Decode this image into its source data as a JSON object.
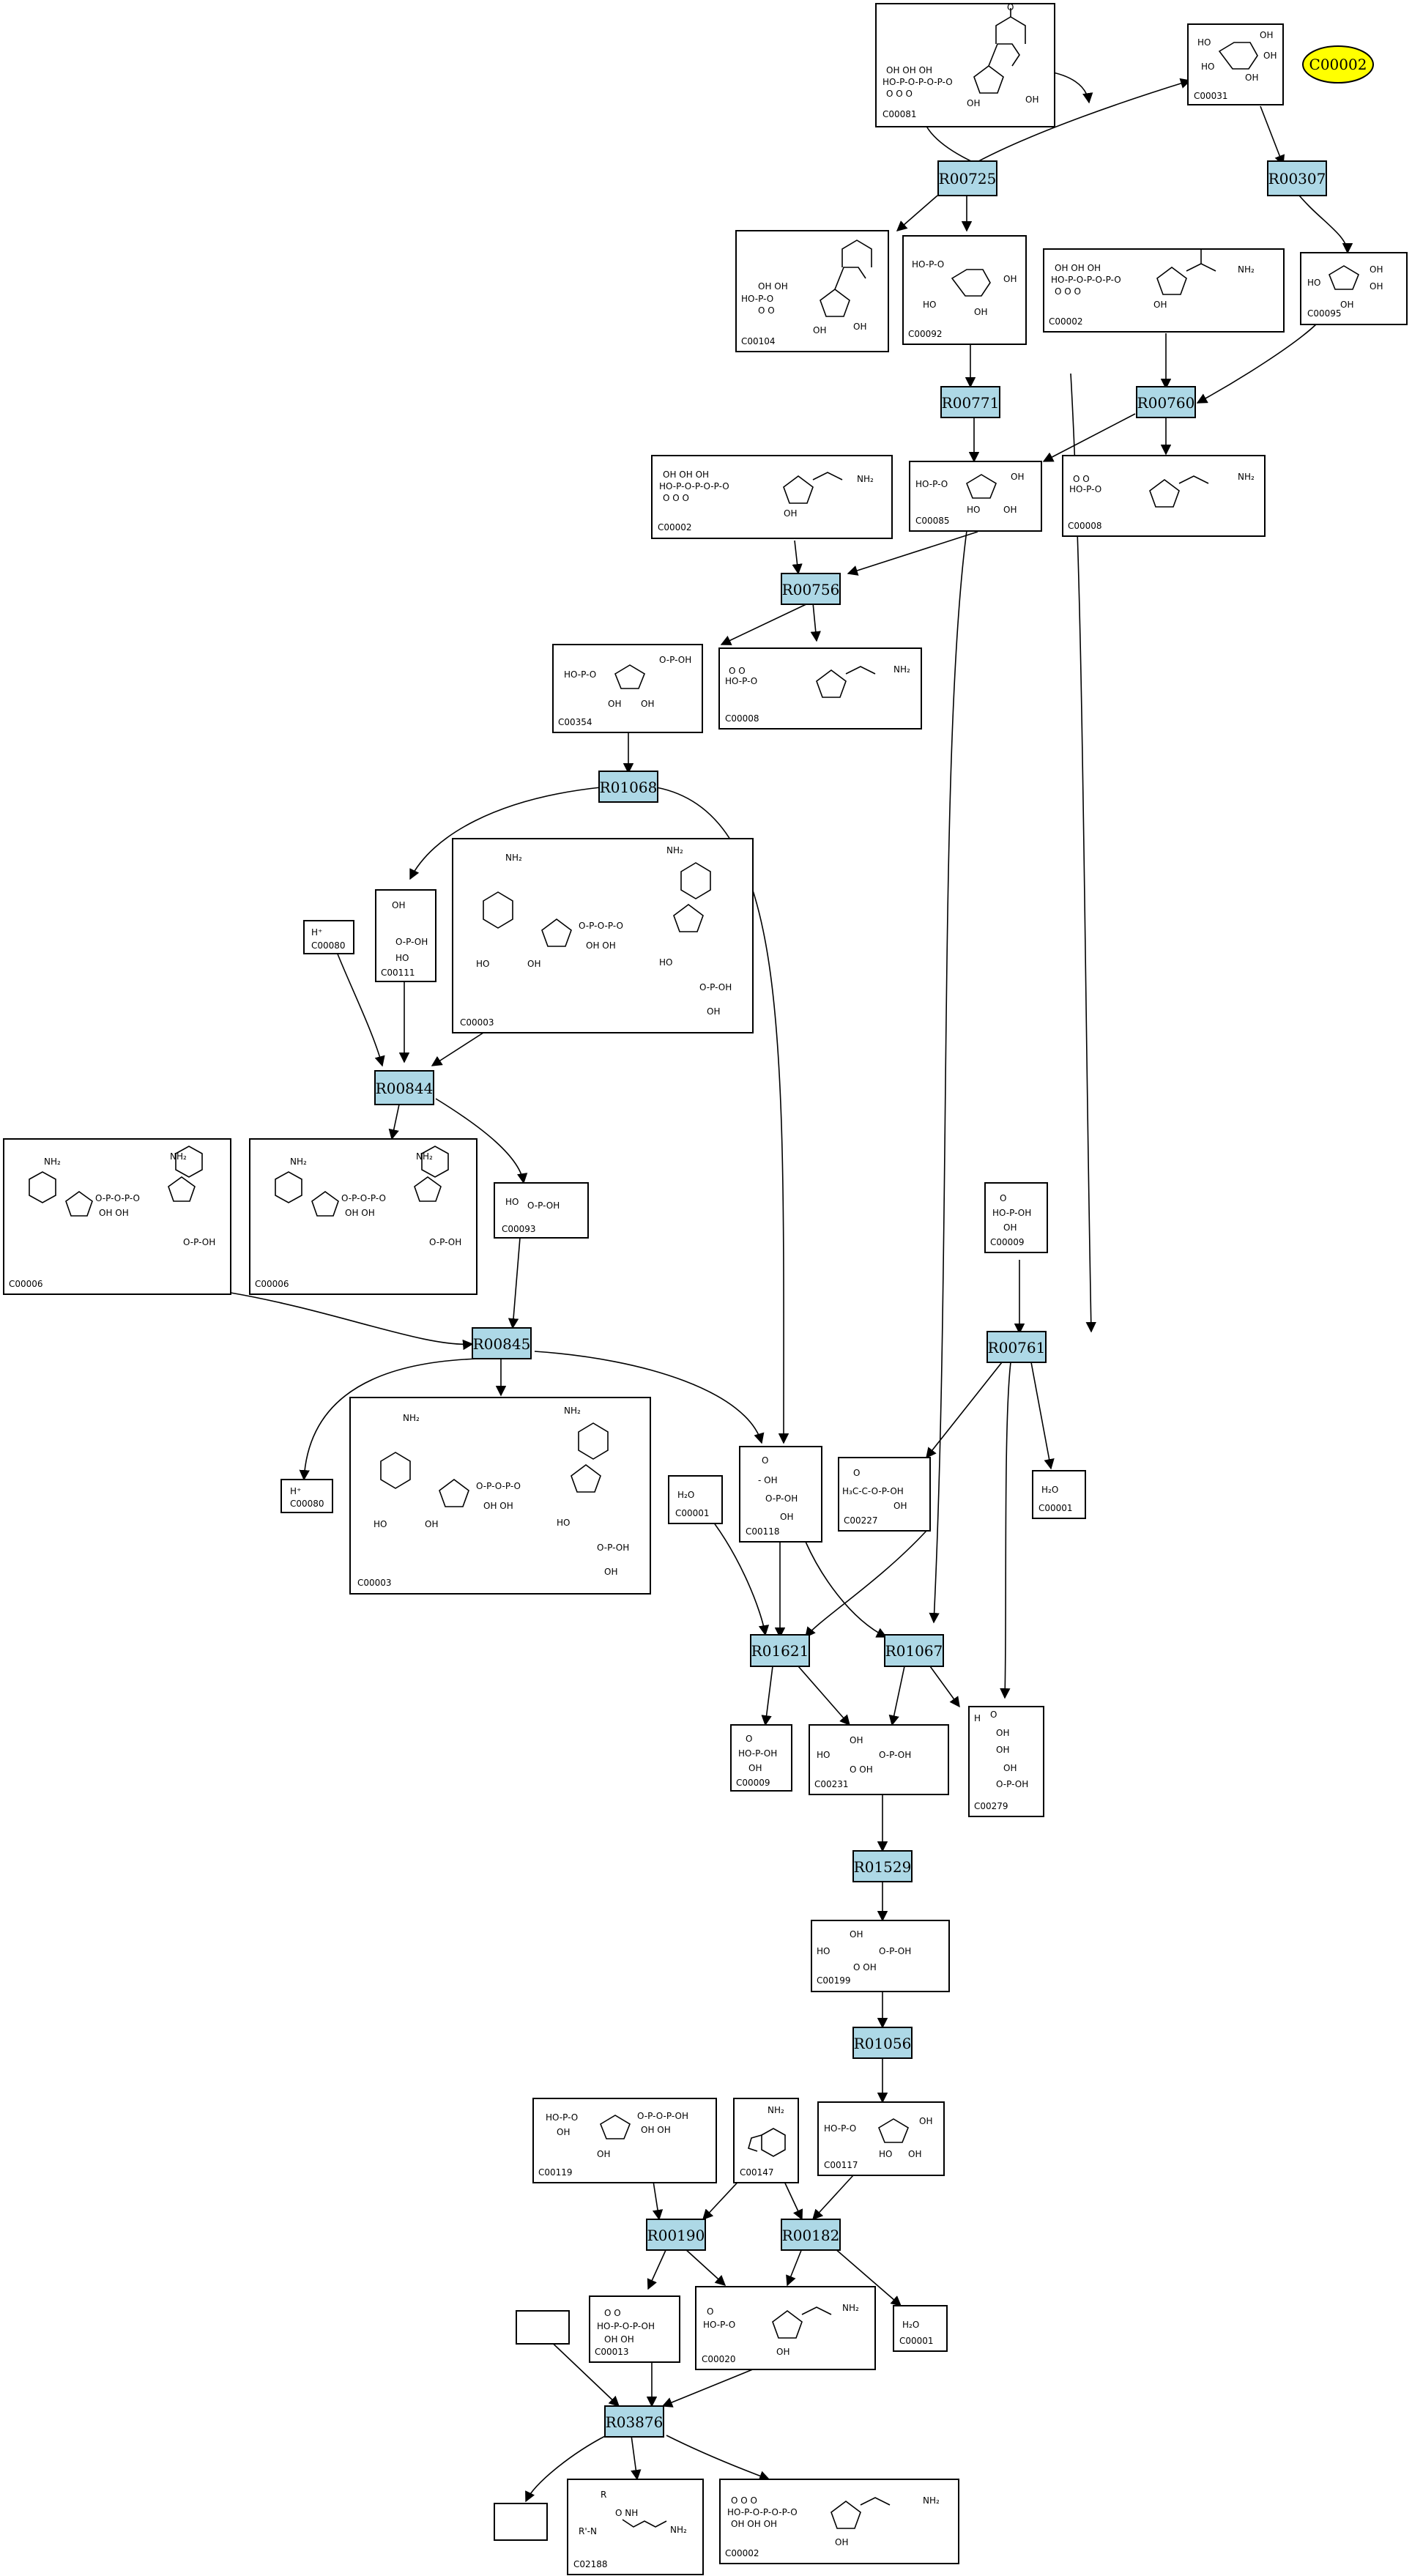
{
  "colors": {
    "reaction_fill": "#add8e6",
    "highlight_fill": "#ffff00",
    "edge": "#000000"
  },
  "highlight": {
    "label": "C00002"
  },
  "reactions": {
    "R00725": "R00725",
    "R00307": "R00307",
    "R00771": "R00771",
    "R00760": "R00760",
    "R00756": "R00756",
    "R01068": "R01068",
    "R00844": "R00844",
    "R00845": "R00845",
    "R00761": "R00761",
    "R01621": "R01621",
    "R01067": "R01067",
    "R01529": "R01529",
    "R01056": "R01056",
    "R00190": "R00190",
    "R00182": "R00182",
    "R03876": "R03876"
  },
  "compounds": {
    "c_itp": "C00081",
    "c_man": "C00031",
    "c_idp": "C00104",
    "c_m6p": "C00092",
    "c_atp_a": "C00002",
    "c_fru": "C00095",
    "c_atp_b": "C00002",
    "c_f6p": "C00085",
    "c_adp_a": "C00008",
    "c_fbp": "C00354",
    "c_adp_b": "C00008",
    "c_h_a": "C00080",
    "c_dhap": "C00111",
    "c_nad_a": "C00003",
    "c_nadp_a": "C00006",
    "c_nadp_b": "C00006",
    "c_g3p": "C00093",
    "c_pi_a": "C00009",
    "c_h_b": "C00080",
    "c_nad_b": "C00003",
    "c_h2o_a": "C00001",
    "c_ga3p": "C00118",
    "c_acp": "C00227",
    "c_h2o_b": "C00001",
    "c_pi_b": "C00009",
    "c_x5p": "C00231",
    "c_e4p": "C00279",
    "c_ru5p": "C00199",
    "c_r5p": "C00117",
    "c_prpp": "C00119",
    "c_ade": "C00147",
    "c_h2o_c": "C00001",
    "c_ppi": "C00013",
    "c_amp": "C00020",
    "c_lys": "C02188",
    "c_atp_c": "C00002"
  },
  "formula_labels": {
    "h_plus": "H⁺",
    "water": "H₂O",
    "oh": "OH",
    "ho": "HO",
    "nh2": "NH₂",
    "phos": "HO-P-O-P-O-P-O",
    "pi": "HO-P-OH",
    "ppi": "HO-P-O-P-OH",
    "acp": "H₃C-C-O-P-OH",
    "ho_p": "HO-P-O",
    "o_p_oh": "O-P-OH",
    "r": "R",
    "rh_n": "R'-N"
  }
}
